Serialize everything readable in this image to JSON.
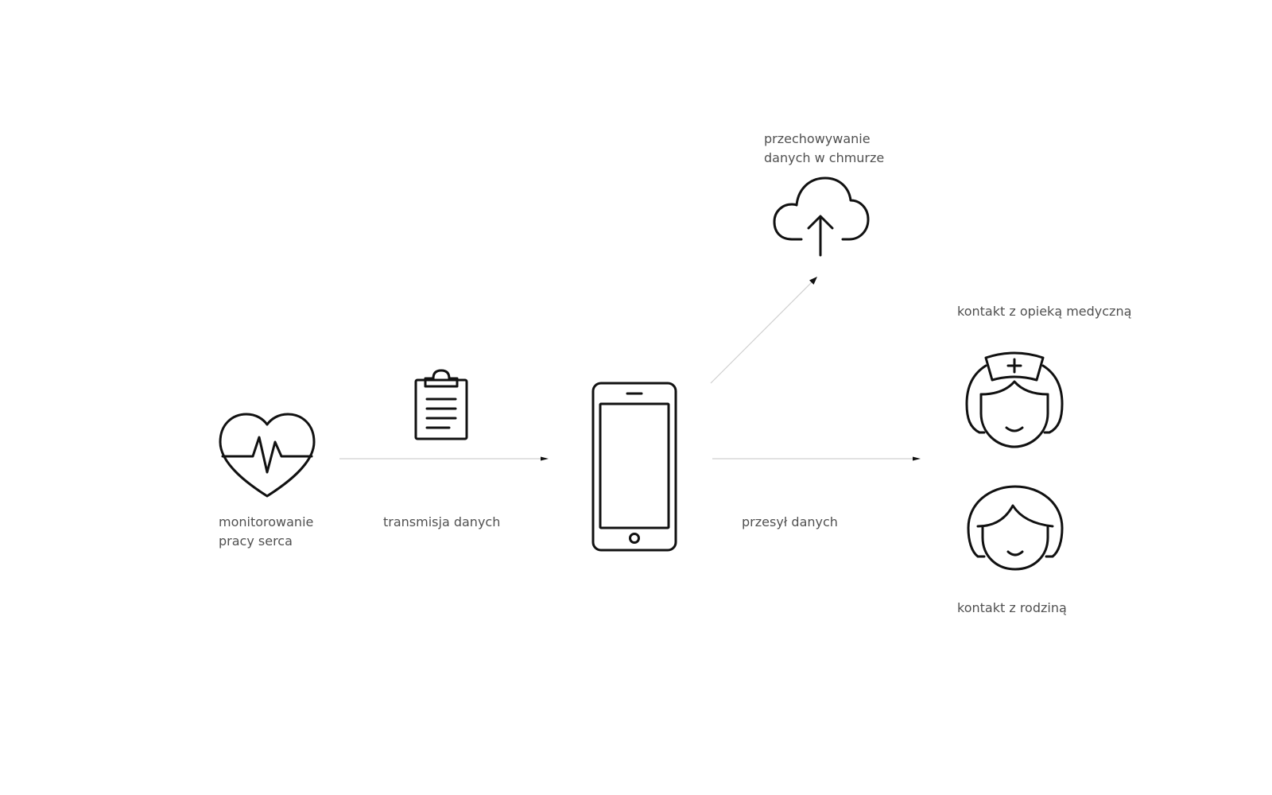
{
  "diagram": {
    "nodes": {
      "heart": {
        "icon": "heart-pulse-icon",
        "label_lines": [
          "monitorowanie",
          "pracy serca"
        ]
      },
      "transmission": {
        "icon": "clipboard-icon",
        "label": "transmisja danych"
      },
      "phone": {
        "icon": "smartphone-icon"
      },
      "cloud": {
        "icon": "cloud-upload-icon",
        "label_lines": [
          "przechowywanie",
          "danych w chmurze"
        ]
      },
      "transfer": {
        "label": "przesył danych"
      },
      "medical": {
        "icon": "nurse-icon",
        "label": "kontakt z opieką medyczną"
      },
      "family": {
        "icon": "woman-icon",
        "label": "kontakt z rodziną"
      }
    },
    "edges": [
      {
        "from": "heart",
        "to": "phone"
      },
      {
        "from": "phone",
        "to": "cloud"
      },
      {
        "from": "phone",
        "to": "medical"
      }
    ],
    "colors": {
      "icon_stroke": "#111111",
      "label_text": "#505050",
      "arrow_line": "#cfcfcf",
      "background": "#ffffff"
    }
  }
}
